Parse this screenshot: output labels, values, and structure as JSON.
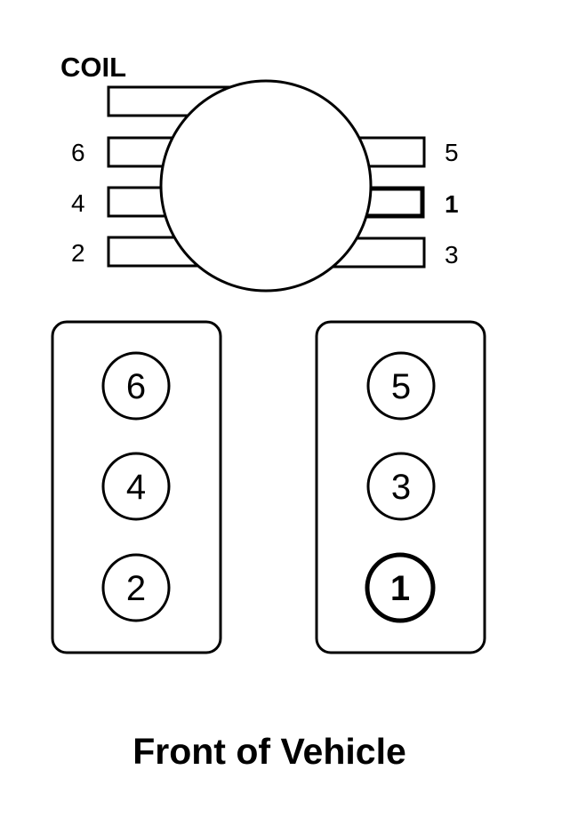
{
  "diagram": {
    "coil_label": "COIL",
    "footer_label": "Front of Vehicle",
    "colors": {
      "stroke": "#000000",
      "background": "#ffffff"
    },
    "coil_terminals": {
      "left": [
        {
          "label": "",
          "note": "unlabeled top terminal"
        },
        {
          "label": "6"
        },
        {
          "label": "4"
        },
        {
          "label": "2"
        }
      ],
      "right": [
        {
          "label": "5"
        },
        {
          "label": "1",
          "emphasized": true
        },
        {
          "label": "3"
        }
      ]
    },
    "cylinder_banks": {
      "left": [
        {
          "label": "6"
        },
        {
          "label": "4"
        },
        {
          "label": "2"
        }
      ],
      "right": [
        {
          "label": "5"
        },
        {
          "label": "3"
        },
        {
          "label": "1",
          "emphasized": true
        }
      ]
    }
  }
}
